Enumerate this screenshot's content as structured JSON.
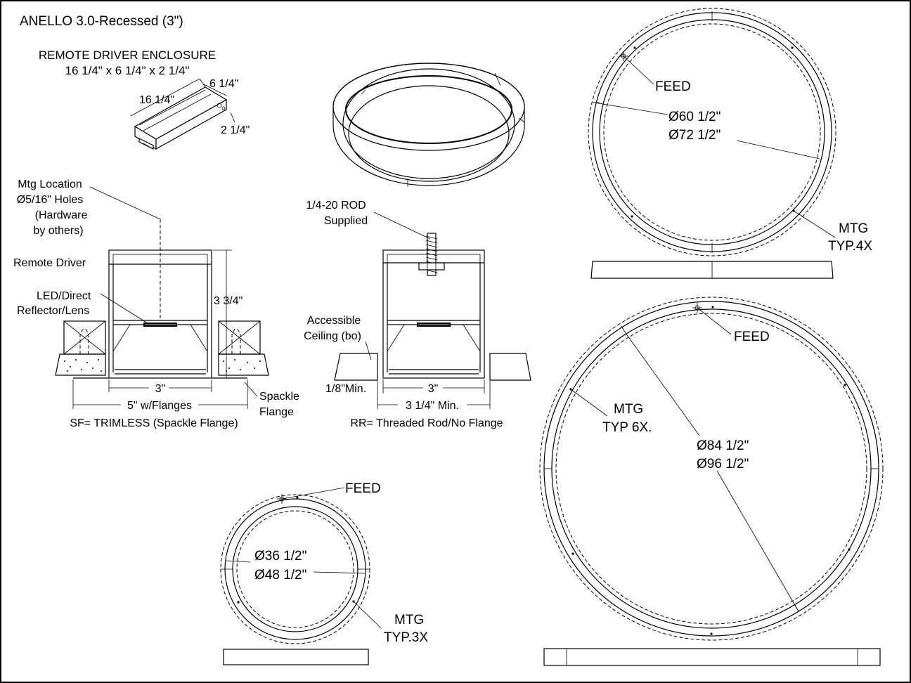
{
  "title": "ANELLO 3.0-Recessed (3\")",
  "enclosure": {
    "heading": "REMOTE DRIVER ENCLOSURE",
    "size": "16 1/4\" x 6 1/4\" x 2 1/4\"",
    "dim_length": "16 1/4\"",
    "dim_width": "6 1/4\"",
    "dim_height": "2 1/4\""
  },
  "sf_section": {
    "mtg_location": [
      "Mtg Location",
      "Ø5/16\" Holes",
      "(Hardware",
      "by others)"
    ],
    "remote_driver": "Remote Driver",
    "led_label": [
      "LED/Direct",
      "Reflector/Lens"
    ],
    "height_dim": "3 3/4\"",
    "width_dim": "3\"",
    "flange_dim": "5\" w/Flanges",
    "spackle": [
      "Spackle",
      "Flange"
    ],
    "caption": "SF= TRIMLESS (Spackle Flange)"
  },
  "rr_section": {
    "rod_label": [
      "1/4-20 ROD",
      "Supplied"
    ],
    "ceiling_label": [
      "Accessible",
      "Ceiling (bo)"
    ],
    "min_gap": "1/8\"Min.",
    "width_dim": "3\"",
    "min_width": "3 1/4\" Min.",
    "caption": "RR= Threaded Rod/No Flange"
  },
  "ring_60": {
    "feed": "FEED",
    "inner_dia": "Ø60 1/2\"",
    "outer_dia": "Ø72 1/2\"",
    "mtg": [
      "MTG",
      "TYP.4X"
    ]
  },
  "ring_84": {
    "feed": "FEED",
    "inner_dia": "Ø84 1/2\"",
    "outer_dia": "Ø96 1/2\"",
    "mtg": [
      "MTG",
      "TYP 6X."
    ]
  },
  "ring_36": {
    "feed": "FEED",
    "inner_dia": "Ø36 1/2\"",
    "outer_dia": "Ø48 1/2\"",
    "mtg": [
      "MTG",
      "TYP.3X"
    ]
  }
}
